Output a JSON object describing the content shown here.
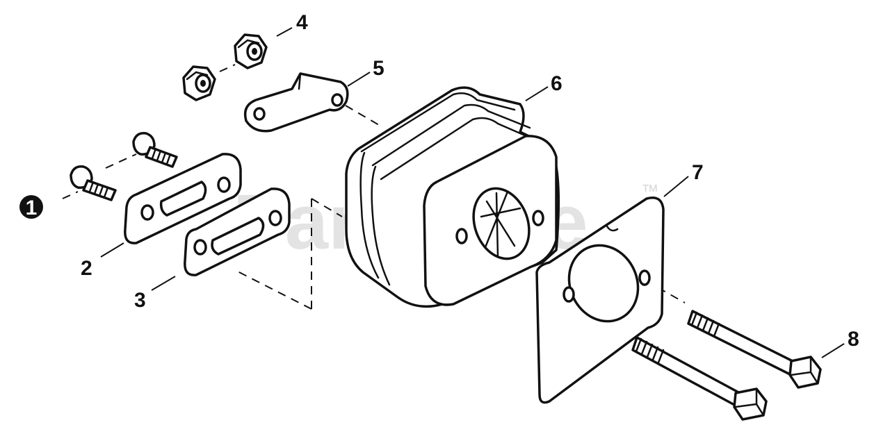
{
  "watermark": {
    "text": "PartsTree",
    "trademark": "TM"
  },
  "callouts": [
    {
      "id": "1",
      "text": "1",
      "circled": true
    },
    {
      "id": "2",
      "text": "2"
    },
    {
      "id": "3",
      "text": "3"
    },
    {
      "id": "4",
      "text": "4"
    },
    {
      "id": "5",
      "text": "5"
    },
    {
      "id": "6",
      "text": "6"
    },
    {
      "id": "7",
      "text": "7"
    },
    {
      "id": "8",
      "text": "8"
    }
  ]
}
